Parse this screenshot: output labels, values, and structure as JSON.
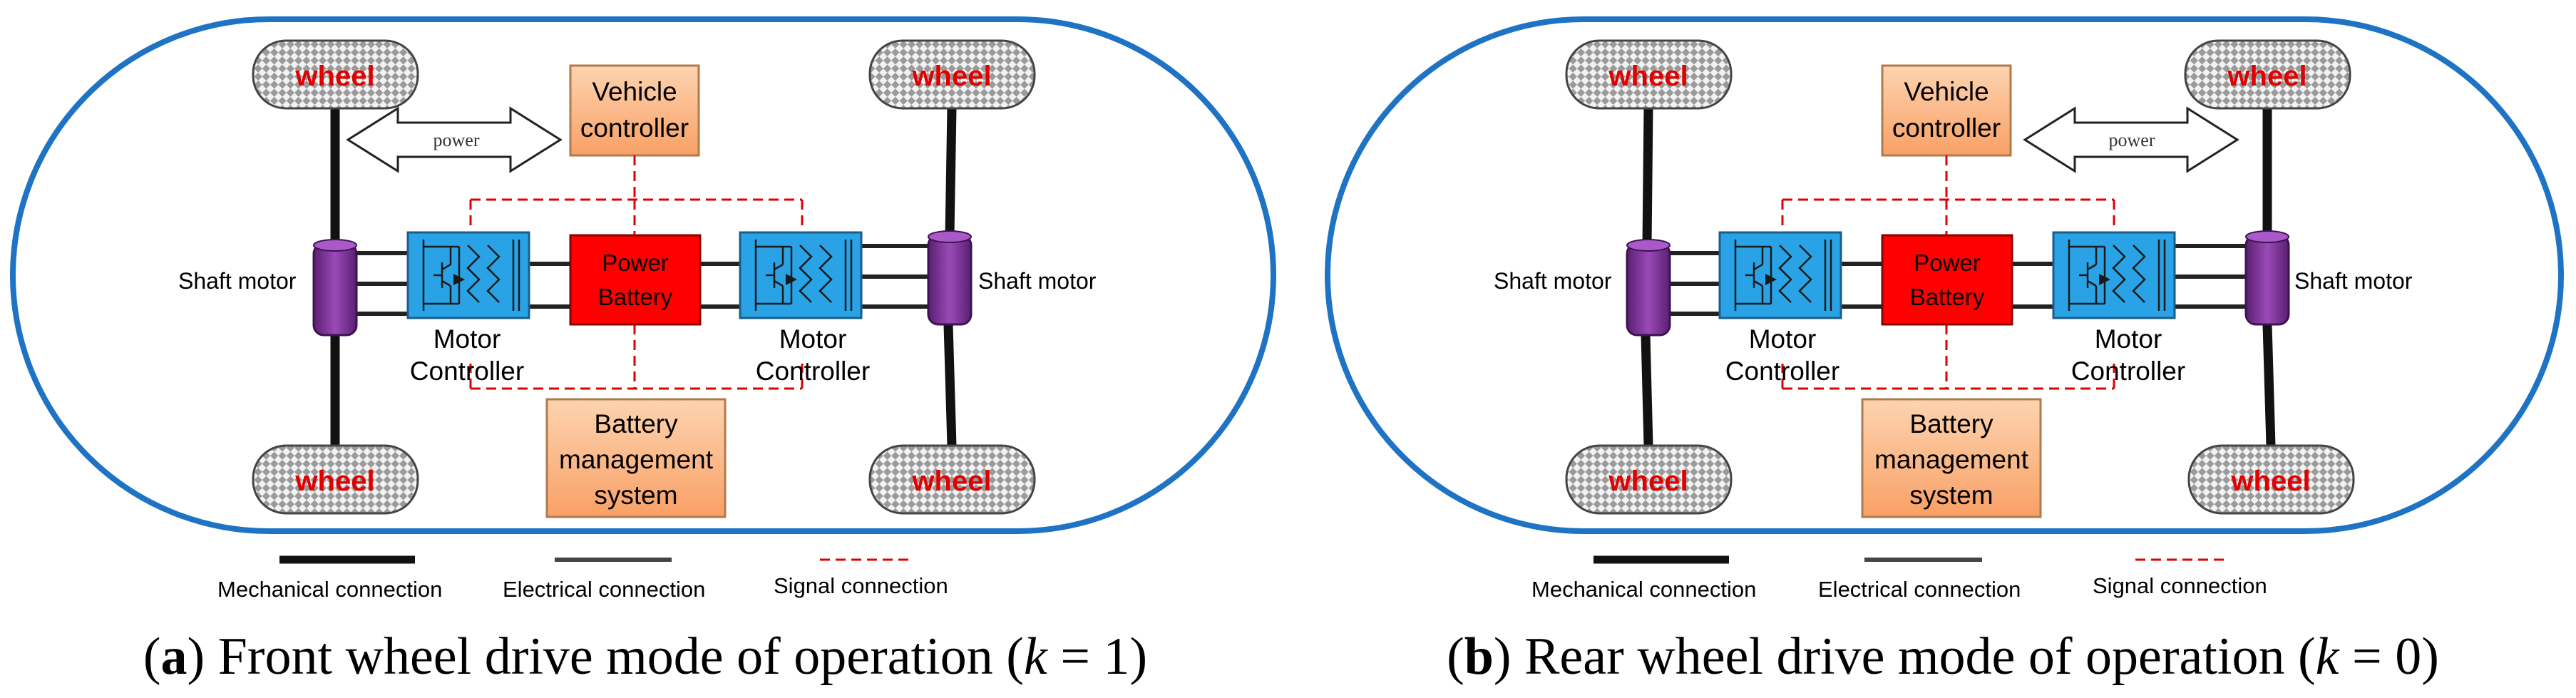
{
  "panels": [
    {
      "id": "a",
      "wheel_label": "wheel",
      "vehicle_controller": [
        "Vehicle",
        "controller"
      ],
      "power_arrow_label": "power",
      "power_battery": [
        "Power",
        "Battery"
      ],
      "bms": [
        "Battery",
        "management",
        "system"
      ],
      "motor_controller": [
        "Motor",
        "Controller"
      ],
      "shaft_motor": "Shaft motor",
      "legend": {
        "mechanical": "Mechanical connection",
        "electrical": "Electrical connection",
        "signal": "Signal connection"
      },
      "caption": {
        "letter": "a",
        "before": ") Front wheel drive mode of operation (",
        "k": "k",
        "after": " = 1)"
      }
    },
    {
      "id": "b",
      "wheel_label": "wheel",
      "vehicle_controller": [
        "Vehicle",
        "controller"
      ],
      "power_arrow_label": "power",
      "power_battery": [
        "Power",
        "Battery"
      ],
      "bms": [
        "Battery",
        "management",
        "system"
      ],
      "motor_controller": [
        "Motor",
        "Controller"
      ],
      "shaft_motor": "Shaft motor",
      "legend": {
        "mechanical": "Mechanical connection",
        "electrical": "Electrical connection",
        "signal": "Signal connection"
      },
      "caption": {
        "letter": "b",
        "before": ") Rear wheel drive mode of operation (",
        "k": "k",
        "after": " = 0)"
      }
    }
  ],
  "colors": {
    "outline": "#1f73c4",
    "controller_box": "#fdbf91",
    "battery": "#ff0000",
    "motor_controller": "#29a3e6",
    "shaft_motor": "#7d2f95",
    "signal": "#e00000",
    "wheel_label": "#e00000"
  }
}
